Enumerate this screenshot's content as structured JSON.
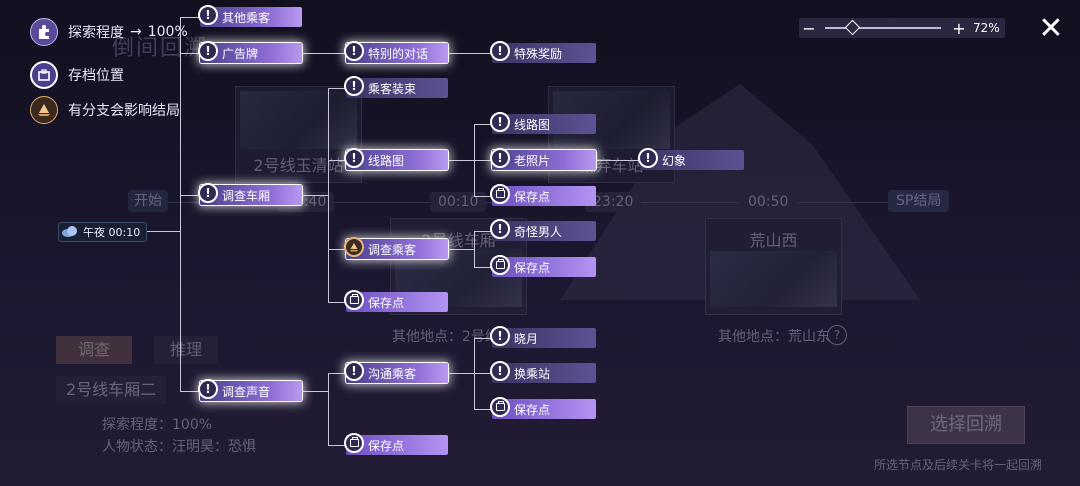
{
  "legend": {
    "explore_label": "探索程度",
    "explore_value": "100%",
    "save_label": "存档位置",
    "branch_label": "有分支会影响结局"
  },
  "zoom": {
    "level": 0.72,
    "text": "72%"
  },
  "root": {
    "label": "午夜 00:10"
  },
  "nodes": {
    "other_passengers": "其他乘客",
    "billboard": "广告牌",
    "special_dialog": "特别的对话",
    "special_reward": "特殊奖励",
    "passenger_outfit": "乘客装束",
    "route_map_1": "线路图",
    "route_map_2": "线路图",
    "old_photo": "老照片",
    "illusion": "幻象",
    "save_1": "保存点",
    "inspect_carriage": "调查车厢",
    "inspect_passenger": "调查乘客",
    "strange_man": "奇怪男人",
    "save_2": "保存点",
    "save_3": "保存点",
    "inspect_sound": "调查声音",
    "xiaoyue": "晓月",
    "communicate": "沟通乘客",
    "transfer_station": "换乘站",
    "save_4": "保存点",
    "save_5": "保存点"
  },
  "background": {
    "title_partial": "倒间回溯",
    "card_1_caption": "2号线玉清站",
    "card_2_caption": "2号线车厢",
    "card_3_caption": "荒山西",
    "card_4_caption": "荒弃车站",
    "start": "开始",
    "time_1": "00:40",
    "time_2": "00:10",
    "time_3": "23:20",
    "time_4": "00:50",
    "sp_end": "SP结局",
    "other_loc_1": "其他地点：2号线车厢",
    "other_loc_2": "其他地点：荒山东",
    "tab_investigate": "调查",
    "tab_reason": "推理",
    "location": "2号线车厢二",
    "explore": "探索程度：100%",
    "status": "人物状态：汪明昊：恐惧",
    "select_btn": "选择回溯",
    "hint": "所选节点及后续关卡将一起回溯"
  }
}
